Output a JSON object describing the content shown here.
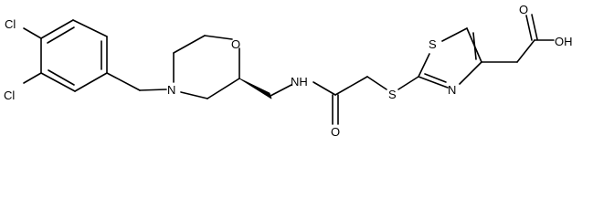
{
  "molecule": {
    "atoms": {
      "cl_upper": "Cl",
      "cl_lower": "Cl",
      "morpholine_n": "N",
      "morpholine_o": "O",
      "amide_nh": "NH",
      "carbonyl_o": "O",
      "thioether_s": "S",
      "thiazole_s": "S",
      "thiazole_n": "N",
      "acid_o": "O",
      "acid_oh": "OH"
    },
    "stereo": "wedge-bond"
  }
}
